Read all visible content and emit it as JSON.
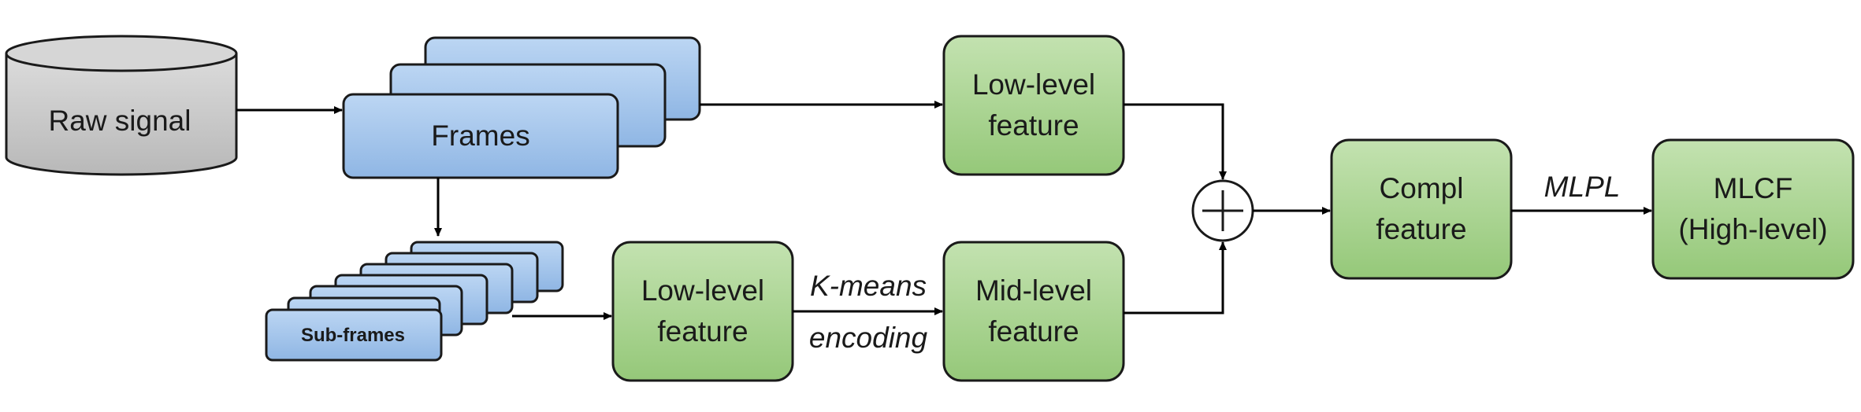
{
  "nodes": {
    "raw_signal": "Raw signal",
    "frames": "Frames",
    "sub_frames": "Sub-frames",
    "low_level_top": [
      "Low-level",
      "feature"
    ],
    "low_level_bottom": [
      "Low-level",
      "feature"
    ],
    "mid_level": [
      "Mid-level",
      "feature"
    ],
    "compl": [
      "Compl",
      "feature"
    ],
    "mlcf": [
      "MLCF",
      "(High-level)"
    ]
  },
  "edges": {
    "kmeans_top": "K-means",
    "kmeans_bottom": "encoding",
    "mlpl": "MLPL"
  },
  "colors": {
    "blue_fill": "#9cc0e8",
    "blue_stroke": "#1a1a1a",
    "green_fill": "#a4d08a",
    "gray_fill": "#c8c8c8"
  }
}
